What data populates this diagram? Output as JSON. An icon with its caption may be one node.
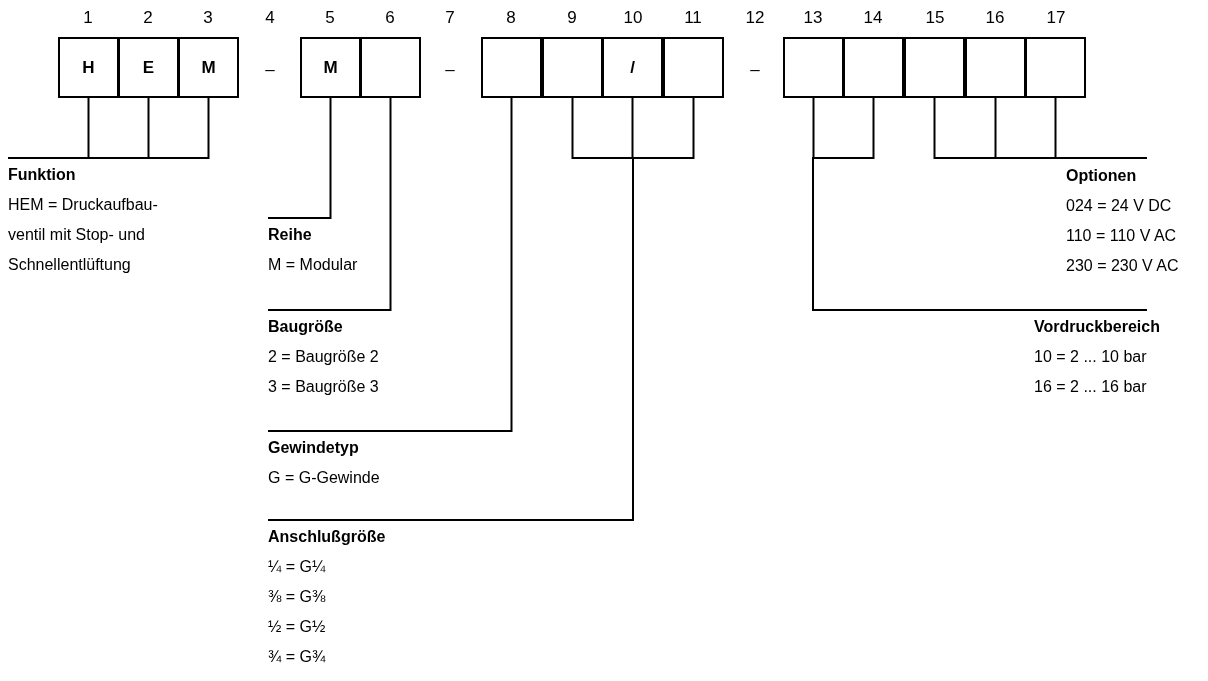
{
  "diagram": {
    "nodes": [
      {
        "text": [
          "H"
        ]
      },
      {
        "text": [
          "E"
        ]
      },
      {
        "text": [
          "M"
        ]
      },
      {
        "text": [
          "M"
        ]
      },
      {
        "text": [],
        "shape": "box"
      },
      {
        "text": [],
        "shape": "box"
      },
      {
        "text": [],
        "shape": "box"
      },
      {
        "text": [
          "/"
        ]
      },
      {
        "text": [],
        "shape": "box"
      },
      {
        "text": [],
        "shape": "box"
      },
      {
        "text": [],
        "shape": "box"
      },
      {
        "text": [],
        "shape": "box"
      },
      {
        "text": [],
        "shape": "box"
      },
      {
        "text": [],
        "shape": "box"
      },
      {
        "text": [
          "Funktion",
          "HEM = Druckaufbau- ventil mit Stop- und Schnellentlüftung"
        ]
      },
      {
        "text": [
          "Reihe",
          "M = Modular"
        ]
      },
      {
        "text": [
          "Baugröße",
          "2 = Baugröße 2",
          "3 = Baugröße 3"
        ]
      },
      {
        "text": [
          "Gewindetyp",
          "G = G-Gewinde"
        ]
      },
      {
        "text": [
          "Anschlußgröße",
          "¼ = G¼",
          "⅜ = G⅜",
          "½ = G½",
          "¾ = G¾"
        ]
      },
      {
        "text": [
          "Optionen",
          "024 = 24 V DC",
          "110 = 110 V AC",
          "230 = 230 V AC"
        ]
      },
      {
        "text": [
          "Vordruckbereich",
          "10 = 2 ... 10 bar",
          "16 = 2 ... 16 bar"
        ]
      }
    ],
    "edges": [
      {
        "from": 0,
        "to": 14,
        "arrow": "none"
      },
      {
        "from": 1,
        "to": 14,
        "arrow": "none"
      },
      {
        "from": 2,
        "to": 14,
        "arrow": "none"
      },
      {
        "from": 3,
        "to": 15,
        "arrow": "none"
      },
      {
        "from": 4,
        "to": 16,
        "arrow": "none"
      },
      {
        "from": 5,
        "to": 17,
        "arrow": "none"
      },
      {
        "from": 6,
        "to": 18,
        "arrow": "none"
      },
      {
        "from": 7,
        "to": 18,
        "arrow": "none"
      },
      {
        "from": 8,
        "to": 18,
        "arrow": "none"
      },
      {
        "from": 11,
        "to": 19,
        "arrow": "none"
      },
      {
        "from": 12,
        "to": 19,
        "arrow": "none"
      },
      {
        "from": 13,
        "to": 19,
        "arrow": "none"
      },
      {
        "from": 9,
        "to": 20,
        "arrow": "none"
      },
      {
        "from": 10,
        "to": 20,
        "arrow": "none"
      }
    ],
    "labels": [
      "1",
      "2",
      "3",
      "4",
      "5",
      "6",
      "7",
      "8",
      "9",
      "10",
      "11",
      "12",
      "13",
      "14",
      "15",
      "16",
      "17",
      "–",
      "–",
      "–"
    ]
  }
}
